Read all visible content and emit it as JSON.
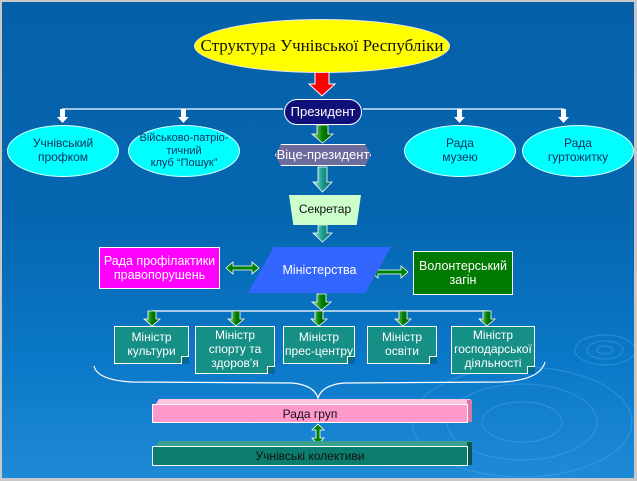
{
  "title": "Структура Учнівської Республіки",
  "president": "Президент",
  "vice_president": "Віце-президент",
  "secretary": "Секретар",
  "ministry": "Міністерства",
  "president_branches": [
    {
      "lines": [
        "Учнівський",
        "профком"
      ]
    },
    {
      "lines": [
        "Військово-патріо-",
        "тичний",
        "клуб “Пошук”"
      ]
    },
    {
      "lines": [
        "Рада",
        "музею"
      ]
    },
    {
      "lines": [
        "Рада",
        "гуртожитку"
      ]
    }
  ],
  "side_left": {
    "lines": [
      "Рада профілактики",
      "правопорушень"
    ]
  },
  "side_right": {
    "lines": [
      "Волонтерський",
      "загін"
    ]
  },
  "ministers": [
    {
      "lines": [
        "Міністр",
        "культури"
      ]
    },
    {
      "lines": [
        "Міністр",
        "спорту та",
        "здоров'я"
      ]
    },
    {
      "lines": [
        "Міністр",
        "прес-центру"
      ]
    },
    {
      "lines": [
        "Міністр",
        "освіти"
      ]
    },
    {
      "lines": [
        "Міністр",
        "господарської",
        "діяльності"
      ]
    }
  ],
  "group_council": "Рада груп",
  "student_collectives": "Учнівські колективи",
  "colors": {
    "background": "#0566b0",
    "title_fill": "#ffff00",
    "president_fill": "#10107a",
    "branch_fill": "#00ffff",
    "minister_fill": "#168f86",
    "arrow_green": "#008000",
    "arrow_red": "#ff0000"
  }
}
